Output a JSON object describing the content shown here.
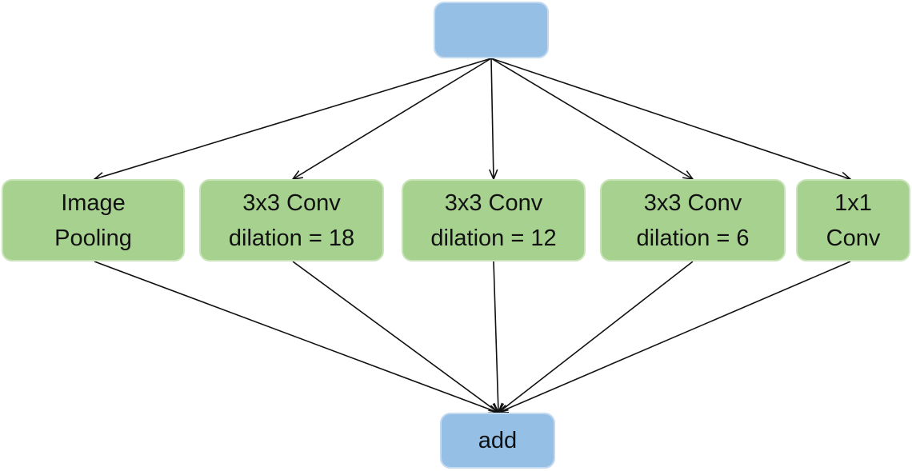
{
  "diagram": {
    "nodes": {
      "input": {
        "lines": [],
        "color": "#96bfe6"
      },
      "image_pooling": {
        "lines": [
          "Image",
          "Pooling"
        ],
        "color": "#a6d18e"
      },
      "conv_dilation_18": {
        "lines": [
          "3x3 Conv",
          "dilation = 18"
        ],
        "color": "#a6d18e"
      },
      "conv_dilation_12": {
        "lines": [
          "3x3 Conv",
          "dilation = 12"
        ],
        "color": "#a6d18e"
      },
      "conv_dilation_6": {
        "lines": [
          "3x3 Conv",
          "dilation = 6"
        ],
        "color": "#a6d18e"
      },
      "conv_1x1": {
        "lines": [
          "1x1",
          "Conv"
        ],
        "color": "#a6d18e"
      },
      "add": {
        "lines": [
          "add"
        ],
        "color": "#96bfe6"
      }
    },
    "edges": [
      {
        "from": "input",
        "to": "image_pooling"
      },
      {
        "from": "input",
        "to": "conv_dilation_18"
      },
      {
        "from": "input",
        "to": "conv_dilation_12"
      },
      {
        "from": "input",
        "to": "conv_dilation_6"
      },
      {
        "from": "input",
        "to": "conv_1x1"
      },
      {
        "from": "image_pooling",
        "to": "add"
      },
      {
        "from": "conv_dilation_18",
        "to": "add"
      },
      {
        "from": "conv_dilation_12",
        "to": "add"
      },
      {
        "from": "conv_dilation_6",
        "to": "add"
      },
      {
        "from": "conv_1x1",
        "to": "add"
      }
    ]
  }
}
